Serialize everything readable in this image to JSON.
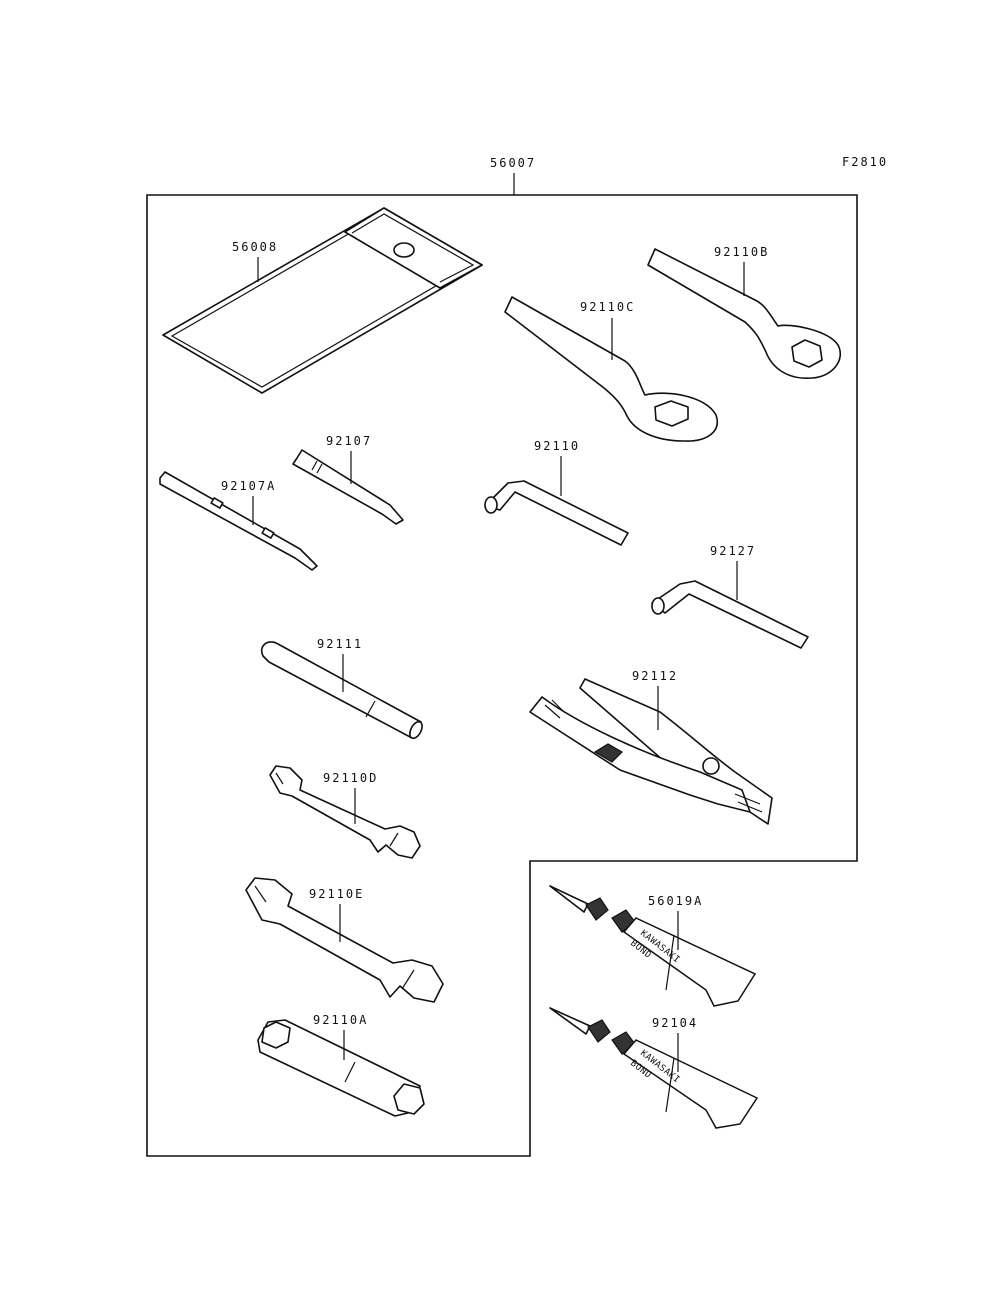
{
  "figure_code": "F2810",
  "assembly_label": "56007",
  "parts": [
    {
      "id": "pouch",
      "label": "56008"
    },
    {
      "id": "wrench-b",
      "label": "92110B"
    },
    {
      "id": "wrench-c",
      "label": "92110C"
    },
    {
      "id": "driver",
      "label": "92107"
    },
    {
      "id": "driver-a",
      "label": "92107A"
    },
    {
      "id": "hex-key",
      "label": "92110"
    },
    {
      "id": "hex-key-small",
      "label": "92127"
    },
    {
      "id": "extension-bar",
      "label": "92111"
    },
    {
      "id": "pliers",
      "label": "92112"
    },
    {
      "id": "spanner-d",
      "label": "92110D"
    },
    {
      "id": "spanner-e",
      "label": "92110E"
    },
    {
      "id": "plug-wrench",
      "label": "92110A"
    },
    {
      "id": "bond-tube-1",
      "label": "56019A"
    },
    {
      "id": "bond-tube-2",
      "label": "92104"
    }
  ],
  "tube_text": {
    "line1": "KAWASAKI",
    "line2": "BOND"
  }
}
